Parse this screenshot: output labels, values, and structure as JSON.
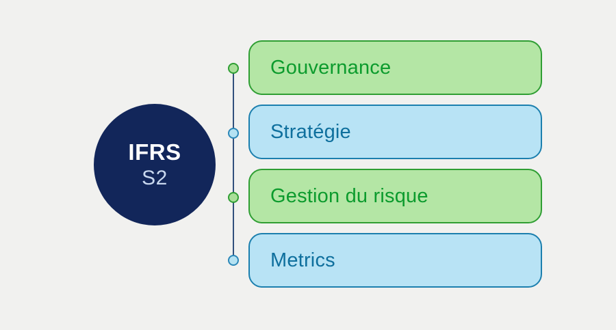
{
  "background": "#f1f1ef",
  "hub": {
    "line1": "IFRS",
    "line2": "S2",
    "fill": "#12265a",
    "line1_color": "#ffffff",
    "line2_color": "#c9d8ef"
  },
  "timeline": {
    "line_color": "#31507c"
  },
  "items": [
    {
      "label": "Gouvernance",
      "theme": "green"
    },
    {
      "label": "Stratégie",
      "theme": "blue"
    },
    {
      "label": "Gestion du risque",
      "theme": "green"
    },
    {
      "label": "Metrics",
      "theme": "blue"
    }
  ],
  "themes": {
    "green": {
      "fill": "#b4e6a5",
      "border": "#2f9e33",
      "text": "#0c9b2d",
      "node_fill": "#a9df99",
      "node_border": "#2f9e33"
    },
    "blue": {
      "fill": "#b8e3f5",
      "border": "#1b7fae",
      "text": "#0e6f9d",
      "node_fill": "#b5e2f2",
      "node_border": "#2b87b8"
    }
  }
}
